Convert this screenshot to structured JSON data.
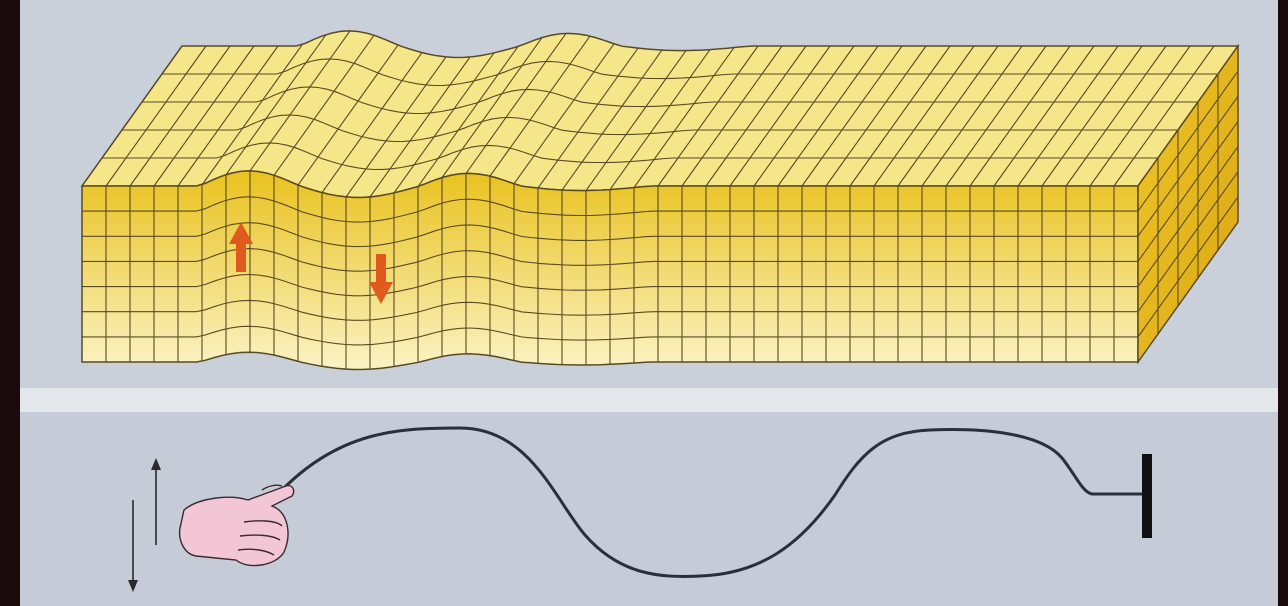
{
  "panels": {
    "top": {
      "subject": "block-with-vertical-shear-wave"
    },
    "bottom": {
      "subject": "hand-shaking-rope-tied-to-post"
    }
  },
  "arrows": [
    {
      "direction": "up"
    },
    {
      "direction": "down"
    }
  ],
  "motion_indicator": {
    "direction": "vertical-both"
  },
  "colors": {
    "frame": "#1a0a0c",
    "panel_background": "#c9d0da",
    "separator": "#e4e7ec",
    "block_top": "#f6e68a",
    "block_front_top": "#e9c21e",
    "block_front_bottom": "#fbf3c4",
    "block_side": "#e3b31a",
    "grid_line": "#5a4a24",
    "arrow": "#e05a1e",
    "rope": "#2c2f3a",
    "post": "#111111",
    "hand": "#f3c6d6"
  }
}
